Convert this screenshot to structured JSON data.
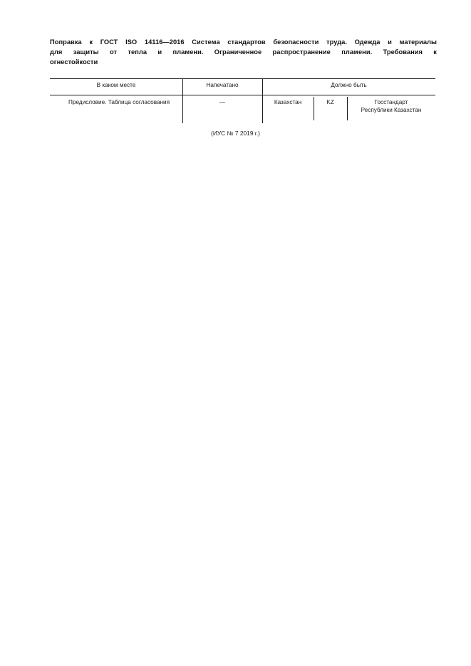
{
  "document": {
    "title_lines": [
      "Поправка к ГОСТ ISO 14116—2016 Система стандартов безопасности труда. Одежда и материалы",
      "для защиты от тепла и пламени. Ограниченное распространение пламени. Требования к",
      "огнестойкости"
    ],
    "table": {
      "headers": [
        "В каком месте",
        "Напечатано",
        "Должно быть"
      ],
      "row": {
        "location": "Предисловие. Таблица согласования",
        "printed": "—",
        "should_be_country": "Казахстан",
        "should_be_code": "KZ",
        "should_be_authority_line1": "Госстандарт",
        "should_be_authority_line2": "Республики Казахстан"
      }
    },
    "footer": "(ИУС № 7  2019 г.)"
  }
}
